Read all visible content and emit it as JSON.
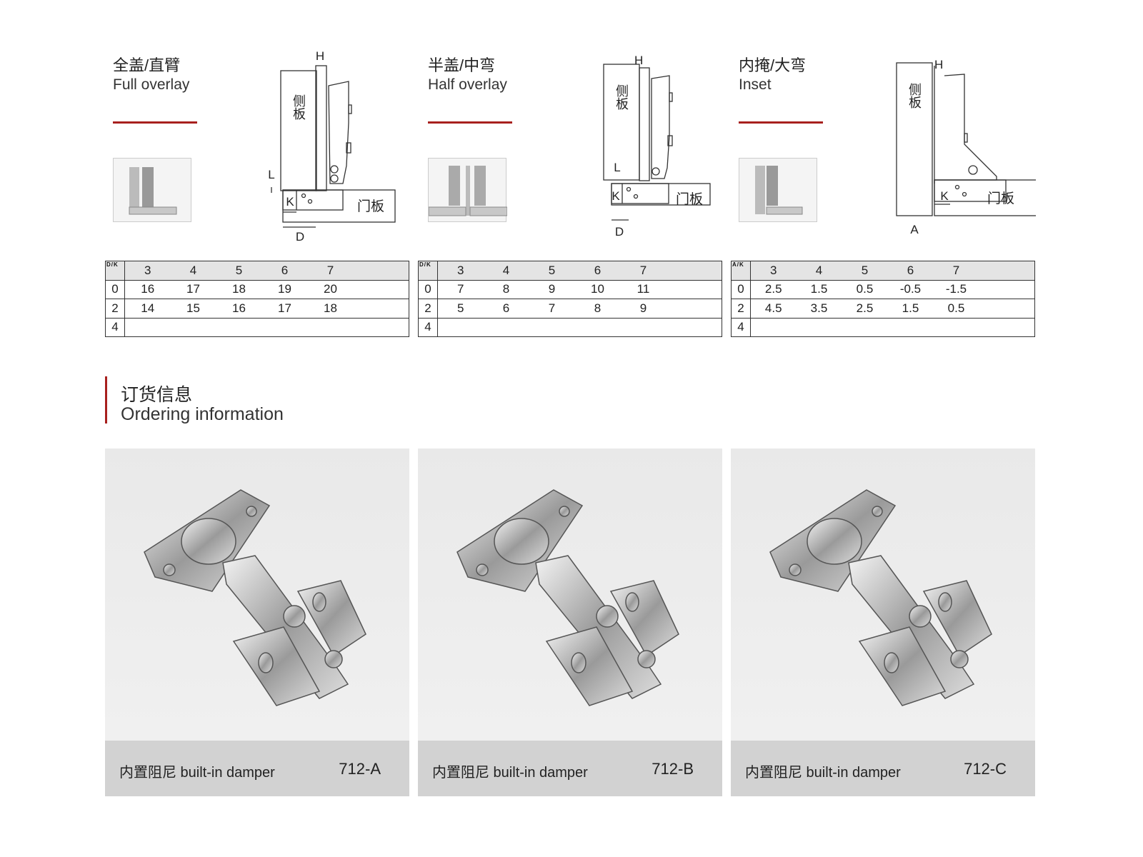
{
  "sections": [
    {
      "title_cn": "全盖/直臂",
      "title_en": "Full overlay",
      "labels": {
        "h": "H",
        "l": "L",
        "k": "K",
        "d": "D",
        "side": "侧板",
        "door": "门板"
      },
      "table": {
        "corner": "D/K",
        "headers": [
          "3",
          "4",
          "5",
          "6",
          "7"
        ],
        "rows": [
          {
            "label": "0",
            "values": [
              "16",
              "17",
              "18",
              "19",
              "20"
            ]
          },
          {
            "label": "2",
            "values": [
              "14",
              "15",
              "16",
              "17",
              "18"
            ]
          },
          {
            "label": "4",
            "values": [
              "",
              "",
              "",
              "",
              ""
            ]
          }
        ]
      }
    },
    {
      "title_cn": "半盖/中弯",
      "title_en": "Half overlay",
      "labels": {
        "h": "H",
        "l": "L",
        "k": "K",
        "d": "D",
        "side": "侧板",
        "door": "门板"
      },
      "table": {
        "corner": "D/K",
        "headers": [
          "3",
          "4",
          "5",
          "6",
          "7"
        ],
        "rows": [
          {
            "label": "0",
            "values": [
              "7",
              "8",
              "9",
              "10",
              "11"
            ]
          },
          {
            "label": "2",
            "values": [
              "5",
              "6",
              "7",
              "8",
              "9"
            ]
          },
          {
            "label": "4",
            "values": [
              "",
              "",
              "",
              "",
              ""
            ]
          }
        ]
      }
    },
    {
      "title_cn": "内掩/大弯",
      "title_en": "Inset",
      "labels": {
        "h": "H",
        "a": "A",
        "k": "K",
        "side": "侧板",
        "door": "门板"
      },
      "table": {
        "corner": "A/K",
        "headers": [
          "3",
          "4",
          "5",
          "6",
          "7"
        ],
        "rows": [
          {
            "label": "0",
            "values": [
              "2.5",
              "1.5",
              "0.5",
              "-0.5",
              "-1.5"
            ]
          },
          {
            "label": "2",
            "values": [
              "4.5",
              "3.5",
              "2.5",
              "1.5",
              "0.5"
            ]
          },
          {
            "label": "4",
            "values": [
              "",
              "",
              "",
              "",
              ""
            ]
          }
        ]
      }
    }
  ],
  "ordering": {
    "title_cn": "订货信息",
    "title_en": "Ordering information"
  },
  "products": [
    {
      "desc": "内置阻尼 built-in damper",
      "code": "712-A"
    },
    {
      "desc": "内置阻尼 built-in damper",
      "code": "712-B"
    },
    {
      "desc": "内置阻尼 built-in damper",
      "code": "712-C"
    }
  ],
  "colors": {
    "accent": "#a8201e",
    "caption_bg": "#d2d2d2"
  }
}
